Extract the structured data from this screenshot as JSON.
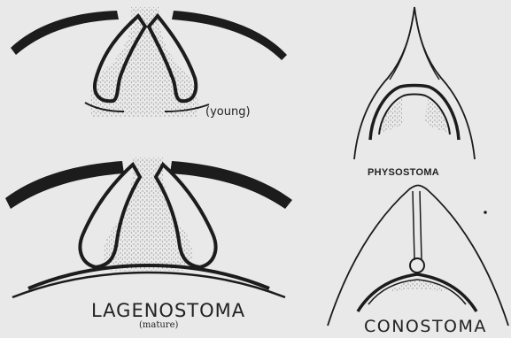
{
  "labels": {
    "young": "(young)",
    "physostoma": "PHYSOSTOMA",
    "lagenostoma": "LAGENOSTOMA",
    "mature": "(mature)",
    "conostoma": "CONOSTOMA"
  },
  "colors": {
    "ink": "#1c1c1c",
    "paper": "#e9e9e9",
    "stipple": "#444444"
  }
}
